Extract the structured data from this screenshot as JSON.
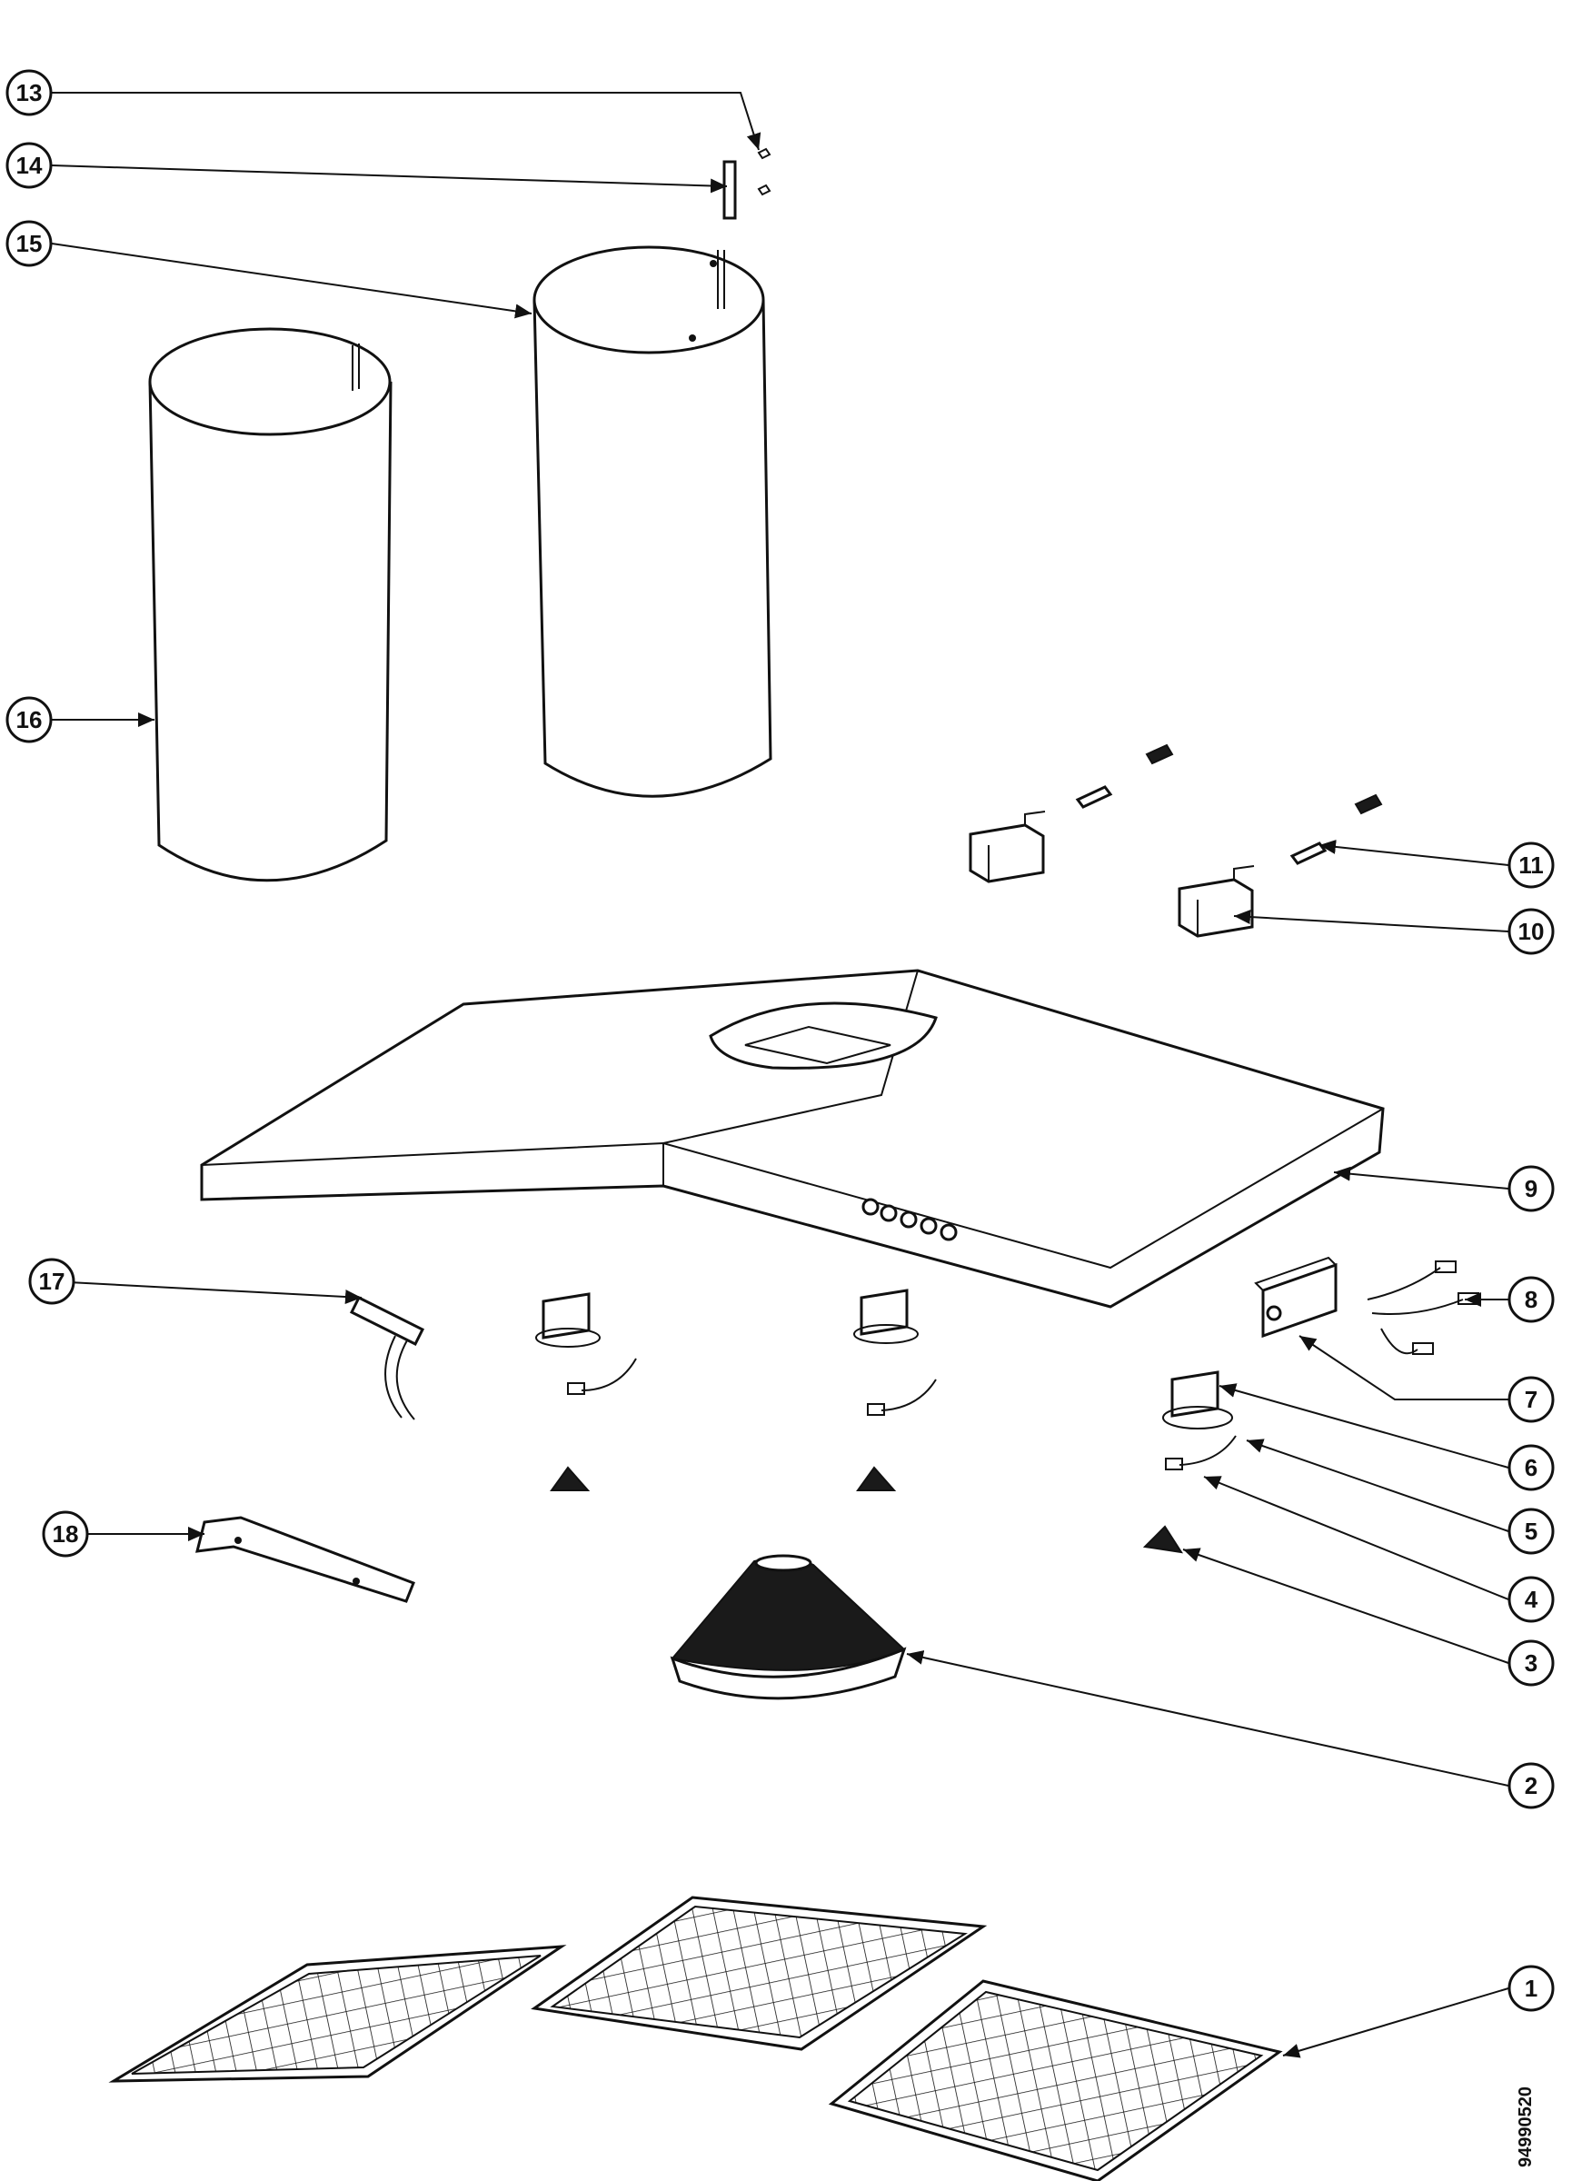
{
  "diagram": {
    "reference_code": "94990520",
    "callouts": [
      {
        "label": "1"
      },
      {
        "label": "2"
      },
      {
        "label": "3"
      },
      {
        "label": "4"
      },
      {
        "label": "5"
      },
      {
        "label": "6"
      },
      {
        "label": "7"
      },
      {
        "label": "8"
      },
      {
        "label": "9"
      },
      {
        "label": "10"
      },
      {
        "label": "11"
      },
      {
        "label": "13"
      },
      {
        "label": "14"
      },
      {
        "label": "15"
      },
      {
        "label": "16"
      },
      {
        "label": "17"
      },
      {
        "label": "18"
      }
    ],
    "colors": {
      "line": "#111111",
      "background": "#ffffff",
      "fill_dark": "#1a1a1a"
    }
  }
}
